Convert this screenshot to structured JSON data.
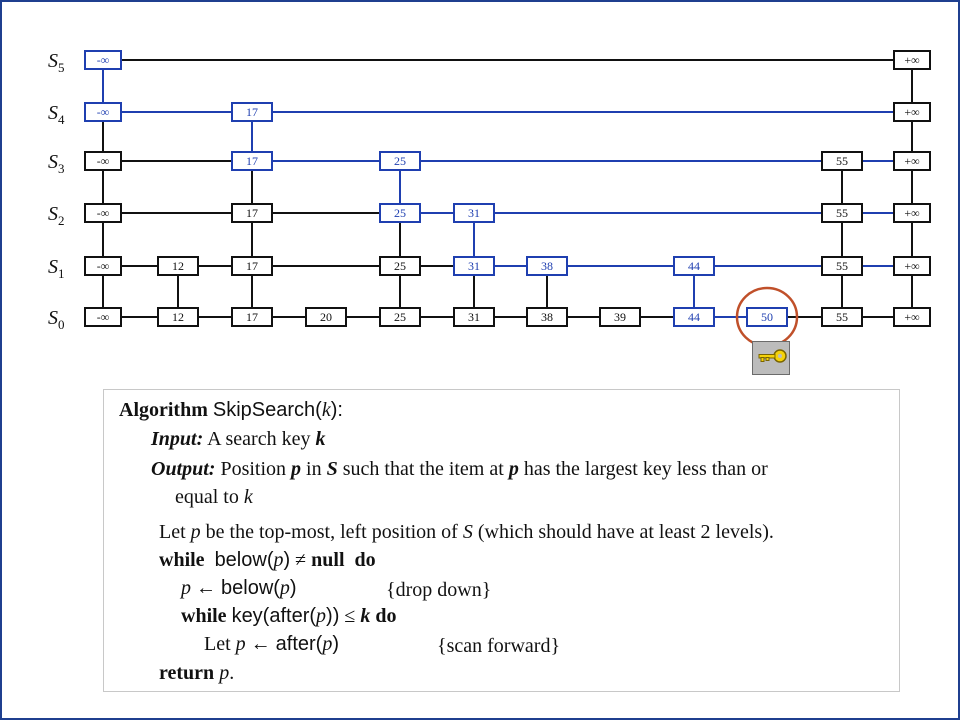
{
  "skiplist": {
    "levels": [
      {
        "label": "S",
        "sub": "5",
        "nodes": [
          "-∞",
          "+∞"
        ]
      },
      {
        "label": "S",
        "sub": "4",
        "nodes": [
          "-∞",
          "17",
          "+∞"
        ]
      },
      {
        "label": "S",
        "sub": "3",
        "nodes": [
          "-∞",
          "17",
          "25",
          "55",
          "+∞"
        ]
      },
      {
        "label": "S",
        "sub": "2",
        "nodes": [
          "-∞",
          "17",
          "25",
          "31",
          "55",
          "+∞"
        ]
      },
      {
        "label": "S",
        "sub": "1",
        "nodes": [
          "-∞",
          "12",
          "17",
          "25",
          "31",
          "38",
          "44",
          "55",
          "+∞"
        ]
      },
      {
        "label": "S",
        "sub": "0",
        "nodes": [
          "-∞",
          "12",
          "17",
          "20",
          "25",
          "31",
          "38",
          "39",
          "44",
          "50",
          "55",
          "+∞"
        ]
      }
    ],
    "column_keys": [
      "-∞",
      "12",
      "17",
      "20",
      "25",
      "31",
      "38",
      "39",
      "44",
      "50",
      "55",
      "+∞"
    ],
    "search_path": [
      [
        5,
        "-∞"
      ],
      [
        4,
        "-∞"
      ],
      [
        4,
        "17"
      ],
      [
        3,
        "17"
      ],
      [
        3,
        "25"
      ],
      [
        2,
        "25"
      ],
      [
        2,
        "31"
      ],
      [
        1,
        "31"
      ],
      [
        1,
        "38"
      ],
      [
        1,
        "44"
      ],
      [
        0,
        "44"
      ],
      [
        0,
        "50"
      ]
    ],
    "search_key": "50",
    "colors": {
      "normal": "#111111",
      "path": "#1f3fb0",
      "highlight": "#c0502a"
    }
  },
  "key_icon": "key-icon",
  "algorithm": {
    "kw_algorithm": "Algorithm",
    "name": "SkipSearch(",
    "name_arg": "k",
    "name_close": "):",
    "input_label": "Input:",
    "input_text": "A search key",
    "input_var": "k",
    "output_label": "Output:",
    "output_text_1": "Position",
    "output_p": "p",
    "output_text_2": "in",
    "output_S": "S",
    "output_text_3": "such that the item at",
    "output_p2": "p",
    "output_text_4": "has the largest key less than or",
    "output_text_5": "equal to",
    "output_k": "k",
    "let_1": "Let",
    "let_p": "p",
    "let_2": "be the top-most, left position of",
    "let_S": "S",
    "let_3": "(which should have at least 2 levels).",
    "while_kw": "while",
    "below_expr": "below(",
    "below_p": "p",
    "below_close": ")",
    "neq": "≠",
    "null_kw": "null",
    "do_kw": "do",
    "assign_p": "p",
    "arrow": "←",
    "assign_below": "below(",
    "assign_below_p": "p",
    "assign_below_close": ")",
    "comment_drop": "{drop down}",
    "while2_kw": "while",
    "key_expr": "key(after(",
    "key_p": "p",
    "key_close": "))",
    "leq": "≤",
    "leq_k": "k",
    "do2_kw": "do",
    "let2": "Let",
    "let2_p": "p",
    "let2_arrow": "←",
    "after_expr": "after(",
    "after_p": "p",
    "after_close": ")",
    "comment_scan": "{scan forward}",
    "return_kw": "return",
    "return_p": "p",
    "return_dot": "."
  }
}
